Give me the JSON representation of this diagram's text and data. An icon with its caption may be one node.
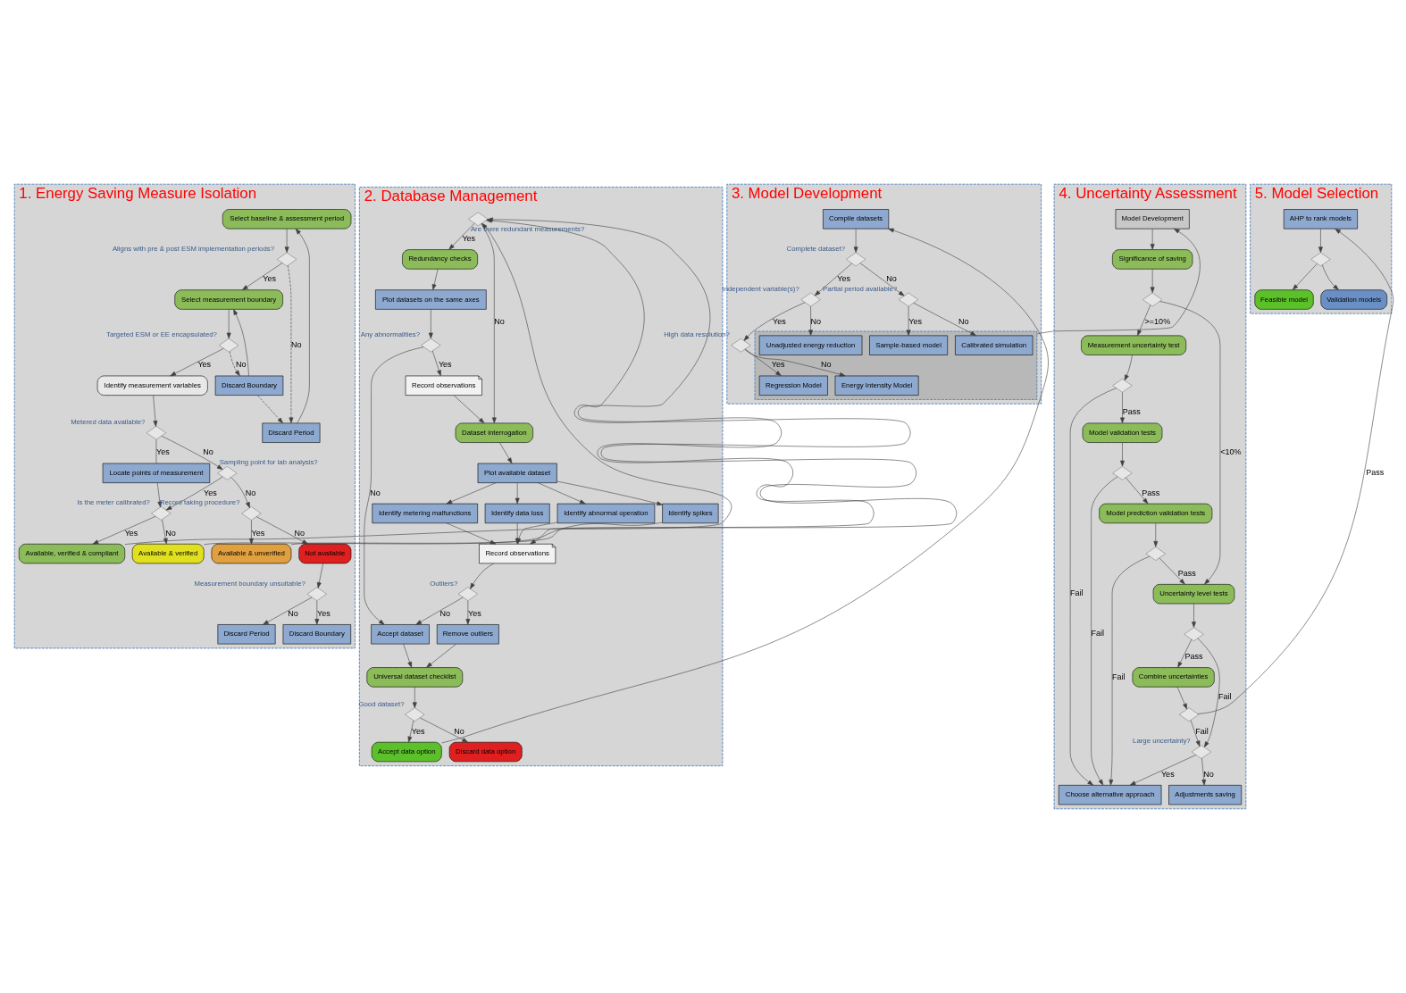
{
  "diagram": {
    "nodes": [
      {
        "text": [
          "1. Energy Saving Measure Isolation"
        ]
      },
      {
        "text": [
          "Select baseline & assessment period"
        ],
        "in": 0
      },
      {
        "text": [],
        "shape": "diamond",
        "in": 0,
        "beside": [
          "Aligns with pre & post ESM implementation periods?"
        ]
      },
      {
        "text": [
          "Select measurement boundary"
        ],
        "in": 0
      },
      {
        "text": [],
        "shape": "diamond",
        "in": 0,
        "beside": [
          "Targeted ESM or EE encapsulated?"
        ]
      },
      {
        "text": [
          "Discard Period"
        ],
        "in": 0
      },
      {
        "text": [
          "Discard Boundary"
        ],
        "in": 0
      },
      {
        "text": [
          "Identify measurement variables"
        ],
        "in": 0
      },
      {
        "text": [],
        "shape": "diamond",
        "in": 0,
        "beside": [
          "Metered data available?"
        ]
      },
      {
        "text": [
          "Locate points of measurement"
        ],
        "in": 0
      },
      {
        "text": [],
        "shape": "diamond",
        "in": 0,
        "beside": [
          "Is the meter calibrated?"
        ]
      },
      {
        "text": [
          "Available, verified & compliant"
        ],
        "in": 0
      },
      {
        "text": [],
        "shape": "diamond",
        "in": 0,
        "beside": [
          "Sampling point for lab analysis?"
        ]
      },
      {
        "text": [
          "Available & verified"
        ],
        "in": 0
      },
      {
        "text": [],
        "shape": "diamond",
        "in": 0,
        "beside": [
          "Record taking procedure?"
        ]
      },
      {
        "text": [
          "Available & unverified"
        ],
        "in": 0
      },
      {
        "text": [
          "Not available"
        ],
        "in": 0
      },
      {
        "text": [],
        "shape": "diamond",
        "in": 0,
        "beside": [
          "Measurement boundary unsuitable?"
        ]
      },
      {
        "text": [
          "Discard Period"
        ],
        "in": 0
      },
      {
        "text": [
          "Discard Boundary"
        ],
        "in": 0
      },
      {
        "text": [
          "2. Database Management"
        ]
      },
      {
        "text": [],
        "shape": "diamond",
        "in": 20,
        "beside": [
          "Are there redundant measurements?"
        ]
      },
      {
        "text": [
          "Redundancy checks"
        ],
        "in": 20
      },
      {
        "text": [
          "Record observations"
        ],
        "in": 20
      },
      {
        "text": [
          "Dataset interrogation"
        ],
        "in": 20
      },
      {
        "text": [
          "Plot datasets on the same axes"
        ],
        "in": 20
      },
      {
        "text": [
          "Plot available dataset"
        ],
        "in": 20
      },
      {
        "text": [
          "Identify spikes"
        ],
        "in": 20
      },
      {
        "text": [
          "Identify metering malfunctions"
        ],
        "in": 20
      },
      {
        "text": [
          "Identify data loss"
        ],
        "in": 20
      },
      {
        "text": [
          "Identify abnormal operation"
        ],
        "in": 20
      },
      {
        "text": [],
        "shape": "diamond",
        "in": 20,
        "beside": [
          "Any abnormalities?"
        ]
      },
      {
        "text": [
          "Record observations"
        ],
        "in": 20
      },
      {
        "text": [],
        "shape": "diamond",
        "in": 20,
        "beside": [
          "Outliers?"
        ]
      },
      {
        "text": [
          "Remove outliers"
        ],
        "in": 20
      },
      {
        "text": [
          "Accept dataset"
        ],
        "in": 20
      },
      {
        "text": [
          "Universal dataset checklist"
        ],
        "in": 20
      },
      {
        "text": [],
        "shape": "diamond",
        "in": 20,
        "beside": [
          "Good dataset?"
        ]
      },
      {
        "text": [
          "Accept data option"
        ],
        "in": 20
      },
      {
        "text": [
          "Discard data option"
        ],
        "in": 20
      },
      {
        "text": [
          "3. Model Development"
        ]
      },
      {
        "text": [
          "Compile datasets"
        ],
        "in": 40
      },
      {
        "text": [],
        "shape": "diamond",
        "in": 40,
        "beside": [
          "Complete dataset?"
        ]
      },
      {
        "text": [],
        "shape": "diamond",
        "in": 40,
        "beside": [
          "Independent variable(s)?"
        ]
      },
      {
        "text": [],
        "shape": "diamond",
        "in": 40,
        "beside": [
          "High data resolution?"
        ]
      },
      {
        "text": [],
        "shape": "diamond",
        "in": 40,
        "beside": [
          "Partial period available?"
        ]
      },
      {
        "text": [],
        "shape": "box",
        "in": 40
      },
      {
        "text": [
          "Regression Model"
        ],
        "in": 46
      },
      {
        "text": [
          "Energy Intensity Model"
        ],
        "in": 46
      },
      {
        "text": [
          "Unadjusted energy reduction"
        ],
        "in": 46
      },
      {
        "text": [
          "Sample-based model"
        ],
        "in": 46
      },
      {
        "text": [
          "Calibrated simulation"
        ],
        "in": 46
      },
      {
        "text": [
          "4. Uncertainty Assessment"
        ]
      },
      {
        "text": [
          "Model Development"
        ],
        "in": 52
      },
      {
        "text": [
          "Significance of saving"
        ],
        "in": 52
      },
      {
        "text": [],
        "shape": "diamond",
        "in": 52
      },
      {
        "text": [
          "Measurement uncertainty test"
        ],
        "in": 52
      },
      {
        "text": [],
        "shape": "diamond",
        "in": 52
      },
      {
        "text": [
          "Model validation tests"
        ],
        "in": 52
      },
      {
        "text": [],
        "shape": "diamond",
        "in": 52
      },
      {
        "text": [
          "Model prediction validation tests"
        ],
        "in": 52
      },
      {
        "text": [],
        "shape": "diamond",
        "in": 52
      },
      {
        "text": [
          "Uncertainty level tests"
        ],
        "in": 52
      },
      {
        "text": [],
        "shape": "diamond",
        "in": 52
      },
      {
        "text": [
          "Combine uncertainties"
        ],
        "in": 52
      },
      {
        "text": [],
        "shape": "diamond",
        "in": 52
      },
      {
        "text": [],
        "shape": "diamond",
        "in": 52,
        "beside": [
          "Large uncertainty?"
        ]
      },
      {
        "text": [
          "Choose alternative approach"
        ],
        "in": 52
      },
      {
        "text": [
          "Adjustments saving"
        ],
        "in": 52
      },
      {
        "text": [
          "5. Model Selection"
        ]
      },
      {
        "text": [
          "AHP to rank models"
        ],
        "in": 69
      },
      {
        "text": [],
        "shape": "diamond",
        "in": 69
      },
      {
        "text": [
          "Feasible model"
        ],
        "in": 69
      },
      {
        "text": [
          "Validation models"
        ],
        "in": 69
      }
    ],
    "edges": [
      {
        "from": 1,
        "to": 2,
        "arrow": "to"
      },
      {
        "from": 2,
        "to": 3,
        "arrow": "to",
        "label": "Yes"
      },
      {
        "from": 2,
        "to": 5,
        "arrow": "to",
        "label": "No",
        "style": "dashed"
      },
      {
        "from": 3,
        "to": 4,
        "arrow": "to"
      },
      {
        "from": 4,
        "to": 6,
        "arrow": "to",
        "label": "No",
        "style": "dashed"
      },
      {
        "from": 6,
        "to": 5,
        "arrow": "to",
        "style": "dashed"
      },
      {
        "from": 6,
        "to": 3,
        "arrow": "to"
      },
      {
        "from": 5,
        "to": 1,
        "arrow": "to"
      },
      {
        "from": 4,
        "to": 7,
        "arrow": "to",
        "label": "Yes"
      },
      {
        "from": 7,
        "to": 8,
        "arrow": "to"
      },
      {
        "from": 8,
        "to": 9,
        "arrow": "none",
        "label": "Yes"
      },
      {
        "from": 8,
        "to": 12,
        "arrow": "to",
        "label": "No"
      },
      {
        "from": 9,
        "to": 10,
        "arrow": "to"
      },
      {
        "from": 12,
        "to": 10,
        "arrow": "to",
        "label": "Yes"
      },
      {
        "from": 10,
        "to": 11,
        "arrow": "to",
        "label": "Yes"
      },
      {
        "from": 10,
        "to": 13,
        "arrow": "to",
        "label": "No"
      },
      {
        "from": 12,
        "to": 14,
        "arrow": "to",
        "label": "No"
      },
      {
        "from": 14,
        "to": 15,
        "arrow": "to",
        "label": "Yes"
      },
      {
        "from": 14,
        "to": 16,
        "arrow": "to",
        "label": "No"
      },
      {
        "from": 16,
        "to": 17,
        "arrow": "to"
      },
      {
        "from": 17,
        "to": 18,
        "arrow": "to",
        "label": "No"
      },
      {
        "from": 17,
        "to": 19,
        "arrow": "to",
        "label": "Yes"
      },
      {
        "from": 11,
        "to": 21,
        "arrow": "to"
      },
      {
        "from": 13,
        "to": 21,
        "arrow": "to"
      },
      {
        "from": 15,
        "to": 21,
        "arrow": "to"
      },
      {
        "from": 21,
        "to": 22,
        "arrow": "to",
        "label": "Yes"
      },
      {
        "from": 21,
        "to": 24,
        "arrow": "to",
        "label": "No"
      },
      {
        "from": 22,
        "to": 25,
        "arrow": "to"
      },
      {
        "from": 25,
        "to": 31,
        "arrow": "to"
      },
      {
        "from": 31,
        "to": 23,
        "arrow": "to",
        "label": "Yes"
      },
      {
        "from": 31,
        "to": 35,
        "arrow": "to",
        "label": "No"
      },
      {
        "from": 23,
        "to": 24,
        "arrow": "to"
      },
      {
        "from": 24,
        "to": 26,
        "arrow": "to"
      },
      {
        "from": 26,
        "to": 27,
        "arrow": "to"
      },
      {
        "from": 26,
        "to": 28,
        "arrow": "to"
      },
      {
        "from": 26,
        "to": 29,
        "arrow": "to"
      },
      {
        "from": 26,
        "to": 30,
        "arrow": "to"
      },
      {
        "from": 27,
        "to": 32,
        "arrow": "to"
      },
      {
        "from": 28,
        "to": 32,
        "arrow": "to"
      },
      {
        "from": 29,
        "to": 32,
        "arrow": "to"
      },
      {
        "from": 30,
        "to": 32,
        "arrow": "to"
      },
      {
        "from": 32,
        "to": 33,
        "arrow": "to"
      },
      {
        "from": 33,
        "to": 34,
        "arrow": "to",
        "label": "Yes"
      },
      {
        "from": 33,
        "to": 35,
        "arrow": "to",
        "label": "No"
      },
      {
        "from": 34,
        "to": 36,
        "arrow": "to"
      },
      {
        "from": 35,
        "to": 36,
        "arrow": "to"
      },
      {
        "from": 36,
        "to": 37,
        "arrow": "to"
      },
      {
        "from": 37,
        "to": 38,
        "arrow": "to",
        "label": "Yes"
      },
      {
        "from": 37,
        "to": 39,
        "arrow": "to",
        "label": "No"
      },
      {
        "from": 38,
        "to": 41,
        "arrow": "to"
      },
      {
        "from": 41,
        "to": 42,
        "arrow": "to"
      },
      {
        "from": 42,
        "to": 43,
        "arrow": "to",
        "label": "Yes"
      },
      {
        "from": 42,
        "to": 45,
        "arrow": "to",
        "label": "No"
      },
      {
        "from": 43,
        "to": 44,
        "arrow": "to",
        "label": "Yes"
      },
      {
        "from": 43,
        "to": 49,
        "arrow": "to",
        "label": "No"
      },
      {
        "from": 44,
        "to": 47,
        "arrow": "to",
        "label": "Yes"
      },
      {
        "from": 44,
        "to": 48,
        "arrow": "to",
        "label": "No"
      },
      {
        "from": 45,
        "to": 50,
        "arrow": "to",
        "label": "Yes"
      },
      {
        "from": 45,
        "to": 51,
        "arrow": "to",
        "label": "No"
      },
      {
        "from": 46,
        "to": 53,
        "arrow": "to"
      },
      {
        "from": 53,
        "to": 54,
        "arrow": "to"
      },
      {
        "from": 54,
        "to": 55,
        "arrow": "to"
      },
      {
        "from": 55,
        "to": 62,
        "arrow": "to",
        "label": "<10%"
      },
      {
        "from": 55,
        "to": 56,
        "arrow": "to",
        "label": ">=10%"
      },
      {
        "from": 56,
        "to": 57,
        "arrow": "to"
      },
      {
        "from": 57,
        "to": 58,
        "arrow": "to",
        "label": "Pass"
      },
      {
        "from": 57,
        "to": 67,
        "arrow": "to",
        "label": "Fail"
      },
      {
        "from": 58,
        "to": 59,
        "arrow": "to"
      },
      {
        "from": 59,
        "to": 60,
        "arrow": "to",
        "label": "Pass"
      },
      {
        "from": 59,
        "to": 67,
        "arrow": "to",
        "label": "Fail"
      },
      {
        "from": 60,
        "to": 61,
        "arrow": "to"
      },
      {
        "from": 61,
        "to": 62,
        "arrow": "to",
        "label": "Pass"
      },
      {
        "from": 61,
        "to": 67,
        "arrow": "to",
        "label": "Fail"
      },
      {
        "from": 62,
        "to": 63,
        "arrow": "to"
      },
      {
        "from": 63,
        "to": 64,
        "arrow": "to",
        "label": "Pass"
      },
      {
        "from": 63,
        "to": 66,
        "arrow": "to",
        "label": "Fail"
      },
      {
        "from": 64,
        "to": 65,
        "arrow": "to"
      },
      {
        "from": 65,
        "to": 66,
        "arrow": "to",
        "label": "Fail"
      },
      {
        "from": 65,
        "to": 70,
        "arrow": "to",
        "label": "Pass"
      },
      {
        "from": 66,
        "to": 67,
        "arrow": "to",
        "label": "Yes"
      },
      {
        "from": 66,
        "to": 68,
        "arrow": "to",
        "label": "No"
      },
      {
        "from": 70,
        "to": 71,
        "arrow": "to"
      },
      {
        "from": 71,
        "to": 72,
        "arrow": "to"
      },
      {
        "from": 71,
        "to": 73,
        "arrow": "to"
      }
    ]
  }
}
